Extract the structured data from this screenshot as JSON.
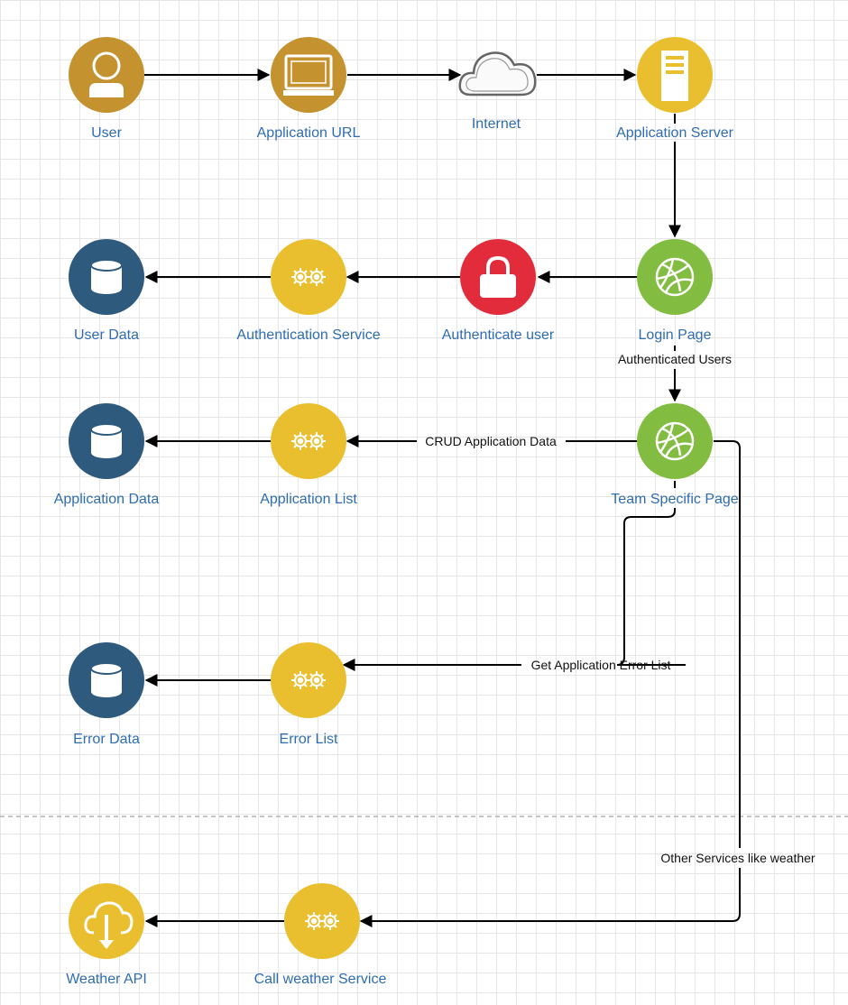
{
  "colors": {
    "user": "#c4922f",
    "server": "#e9bf2f",
    "service": "#e9bf2f",
    "lock": "#e22b3b",
    "page": "#82bd41",
    "database": "#2e5a7e",
    "label": "#2f6db0",
    "separator": "#b0b0b0"
  },
  "nodes": {
    "user": {
      "label": "User",
      "icon": "user-icon"
    },
    "app_url": {
      "label": "Application URL",
      "icon": "monitor-icon"
    },
    "internet": {
      "label": "Internet",
      "icon": "cloud-icon"
    },
    "app_server": {
      "label": "Application Server",
      "icon": "server-icon"
    },
    "login_page": {
      "label": "Login Page",
      "icon": "globe-icon"
    },
    "authenticate_user": {
      "label": "Authenticate user",
      "icon": "lock-icon"
    },
    "auth_service": {
      "label": "Authentication Service",
      "icon": "gears-icon"
    },
    "user_data": {
      "label": "User Data",
      "icon": "database-icon"
    },
    "team_page": {
      "label": "Team Specific Page",
      "icon": "globe-icon"
    },
    "app_list": {
      "label": "Application List",
      "icon": "gears-icon"
    },
    "app_data": {
      "label": "Application Data",
      "icon": "database-icon"
    },
    "error_list": {
      "label": "Error List",
      "icon": "gears-icon"
    },
    "error_data": {
      "label": "Error Data",
      "icon": "database-icon"
    },
    "weather_service": {
      "label": "Call weather Service",
      "icon": "gears-icon"
    },
    "weather_api": {
      "label": "Weather API",
      "icon": "cloud-download-icon"
    }
  },
  "edges": {
    "authenticated_users": "Authenticated Users",
    "crud_app_data": "CRUD Application Data",
    "get_error_list": "Get Application Error List",
    "other_services": "Other Services like weather"
  }
}
